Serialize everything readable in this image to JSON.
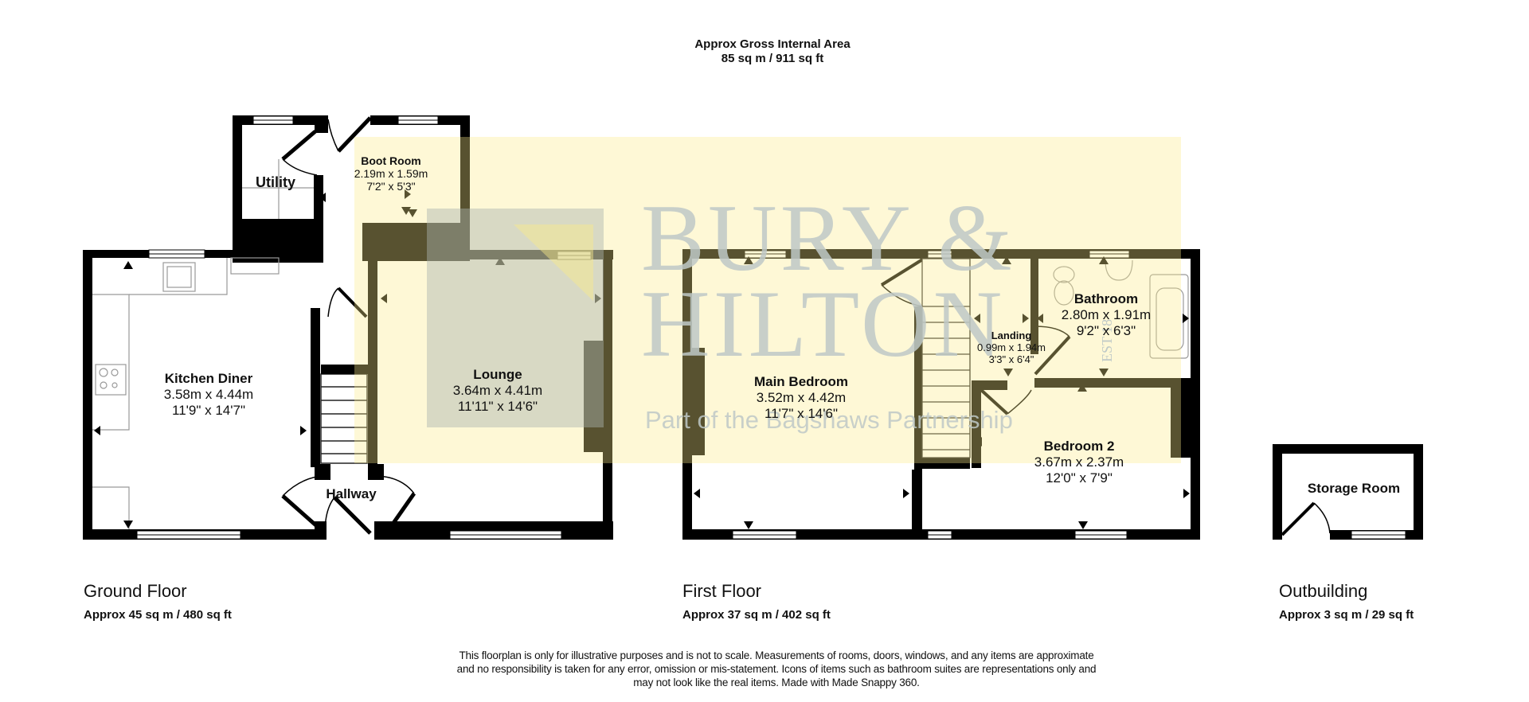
{
  "header": {
    "title_line1": "Approx Gross Internal Area",
    "title_line2": "85 sq m / 911 sq ft"
  },
  "watermark": {
    "line1": "BURY &",
    "line2": "HILTON",
    "tagline": "Part of the Bagshaws Partnership",
    "est": "EST 18",
    "overlay_color": "#fdf6c8",
    "logo_color": "#c8cfc9"
  },
  "floors": [
    {
      "name": "Ground Floor",
      "area": "Approx 45 sq m / 480 sq ft",
      "rooms": [
        {
          "name": "Utility",
          "metric": "",
          "imperial": ""
        },
        {
          "name": "Boot Room",
          "metric": "2.19m x 1.59m",
          "imperial": "7'2\" x 5'3\""
        },
        {
          "name": "Kitchen Diner",
          "metric": "3.58m x 4.44m",
          "imperial": "11'9\" x 14'7\""
        },
        {
          "name": "Lounge",
          "metric": "3.64m x 4.41m",
          "imperial": "11'11\" x 14'6\""
        },
        {
          "name": "Hallway",
          "metric": "",
          "imperial": ""
        }
      ]
    },
    {
      "name": "First Floor",
      "area": "Approx 37 sq m / 402 sq ft",
      "rooms": [
        {
          "name": "Main Bedroom",
          "metric": "3.52m x 4.42m",
          "imperial": "11'7\" x 14'6\""
        },
        {
          "name": "Landing",
          "metric": "0.99m x 1.94m",
          "imperial": "3'3\" x 6'4\""
        },
        {
          "name": "Bathroom",
          "metric": "2.80m x 1.91m",
          "imperial": "9'2\" x 6'3\""
        },
        {
          "name": "Bedroom 2",
          "metric": "3.67m x 2.37m",
          "imperial": "12'0\" x 7'9\""
        }
      ]
    },
    {
      "name": "Outbuilding",
      "area": "Approx 3 sq m / 29 sq ft",
      "rooms": [
        {
          "name": "Storage Room",
          "metric": "",
          "imperial": ""
        }
      ]
    }
  ],
  "disclaimer": {
    "line1": "This floorplan is only for illustrative purposes and is not to scale. Measurements of rooms, doors, windows, and any items are approximate",
    "line2": "and no responsibility is taken for any error, omission or mis-statement. Icons of items such as bathroom suites are representations only and",
    "line3": "may not look like the real items. Made with Made Snappy 360."
  }
}
